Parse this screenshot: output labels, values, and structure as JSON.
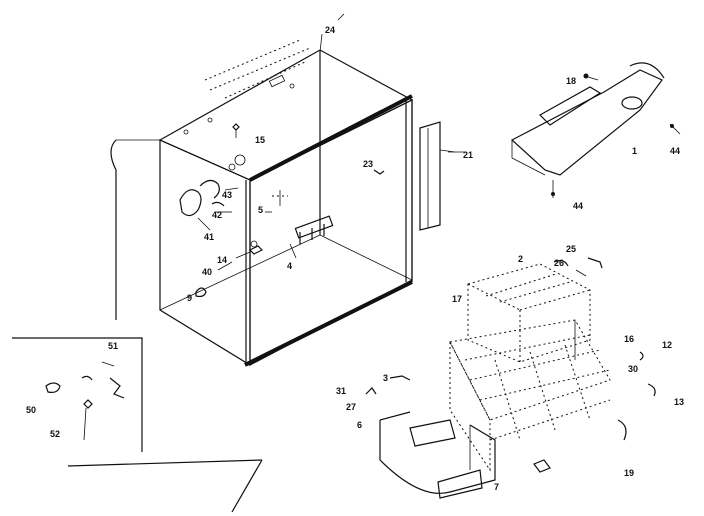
{
  "diagram": {
    "callouts": [
      {
        "id": "c24",
        "text": "24"
      },
      {
        "id": "c15",
        "text": "15"
      },
      {
        "id": "c43",
        "text": "43"
      },
      {
        "id": "c42",
        "text": "42"
      },
      {
        "id": "c41",
        "text": "41"
      },
      {
        "id": "c5",
        "text": "5"
      },
      {
        "id": "c14",
        "text": "14"
      },
      {
        "id": "c4",
        "text": "4"
      },
      {
        "id": "c40",
        "text": "40"
      },
      {
        "id": "c9",
        "text": "9"
      },
      {
        "id": "c23",
        "text": "23"
      },
      {
        "id": "c21",
        "text": "21"
      },
      {
        "id": "c18",
        "text": "18"
      },
      {
        "id": "c1",
        "text": "1"
      },
      {
        "id": "c44a",
        "text": "44"
      },
      {
        "id": "c44b",
        "text": "44"
      },
      {
        "id": "c2",
        "text": "2"
      },
      {
        "id": "c25",
        "text": "25"
      },
      {
        "id": "c26",
        "text": "26"
      },
      {
        "id": "c17",
        "text": "17"
      },
      {
        "id": "c16",
        "text": "16"
      },
      {
        "id": "c12",
        "text": "12"
      },
      {
        "id": "c30",
        "text": "30"
      },
      {
        "id": "c13",
        "text": "13"
      },
      {
        "id": "c19",
        "text": "19"
      },
      {
        "id": "c31",
        "text": "31"
      },
      {
        "id": "c3",
        "text": "3"
      },
      {
        "id": "c27",
        "text": "27"
      },
      {
        "id": "c6",
        "text": "6"
      },
      {
        "id": "c7",
        "text": "7"
      },
      {
        "id": "c51",
        "text": "51"
      },
      {
        "id": "c50",
        "text": "50"
      },
      {
        "id": "c52",
        "text": "52"
      }
    ]
  }
}
